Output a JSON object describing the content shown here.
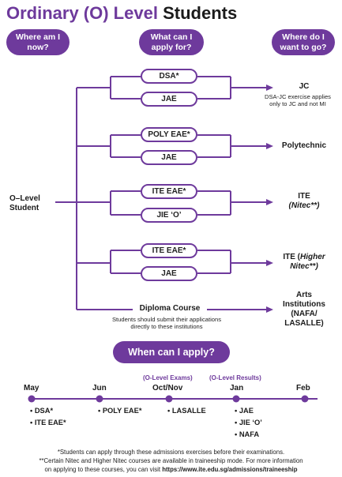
{
  "title": {
    "part1": "Ordinary (O) Level",
    "part2": "Students"
  },
  "headers": {
    "left": "Where am I\nnow?",
    "center": "What can I\napply for?",
    "right": "Where do I\nwant to go?"
  },
  "start": "O–Level\nStudent",
  "options": {
    "dsa": "DSA*",
    "jae1": "JAE",
    "poly_eae": "POLY EAE*",
    "jae2": "JAE",
    "ite_eae1": "ITE EAE*",
    "jie_o": "JIE ‘O’",
    "ite_eae2": "ITE EAE*",
    "jae3": "JAE",
    "diploma": "Diploma Course"
  },
  "destinations": {
    "jc": "JC",
    "jc_note": "DSA-JC exercise applies\nonly to JC and not MI",
    "poly": "Polytechnic",
    "ite": "ITE",
    "ite_sub": "(Nitec**)",
    "ite_higher_a": "ITE (",
    "ite_higher_b": "Higher",
    "ite_higher_c": "Nitec**)",
    "arts": "Arts\nInstitutions\n(NAFA/\nLASALLE)"
  },
  "diploma_note": "Students should submit their applications\ndirectly to these institutions",
  "when_button": "When can I apply?",
  "timeline": {
    "months": [
      "May",
      "Jun",
      "Oct/Nov",
      "Jan",
      "Feb"
    ],
    "exam_labels": [
      "(O-Level Exams)",
      "(O-Level Results)"
    ],
    "may_items": [
      "DSA*",
      "ITE EAE*"
    ],
    "jun_items": [
      "POLY EAE*"
    ],
    "oct_items": [
      "LASALLE"
    ],
    "jan_items": [
      "JAE",
      "JIE ‘O’",
      "NAFA"
    ]
  },
  "footnotes": {
    "line1": "*Students can apply through these admissions exercises before their examinations.",
    "line2": "**Certain Nitec and Higher Nitec courses are available in traineeship mode. For more information",
    "line3": "on applying to these courses, you can visit ",
    "link": "https://www.ite.edu.sg/admissions/traineeship"
  },
  "colors": {
    "accent": "#6e3a9c",
    "text": "#1b1b1b"
  }
}
